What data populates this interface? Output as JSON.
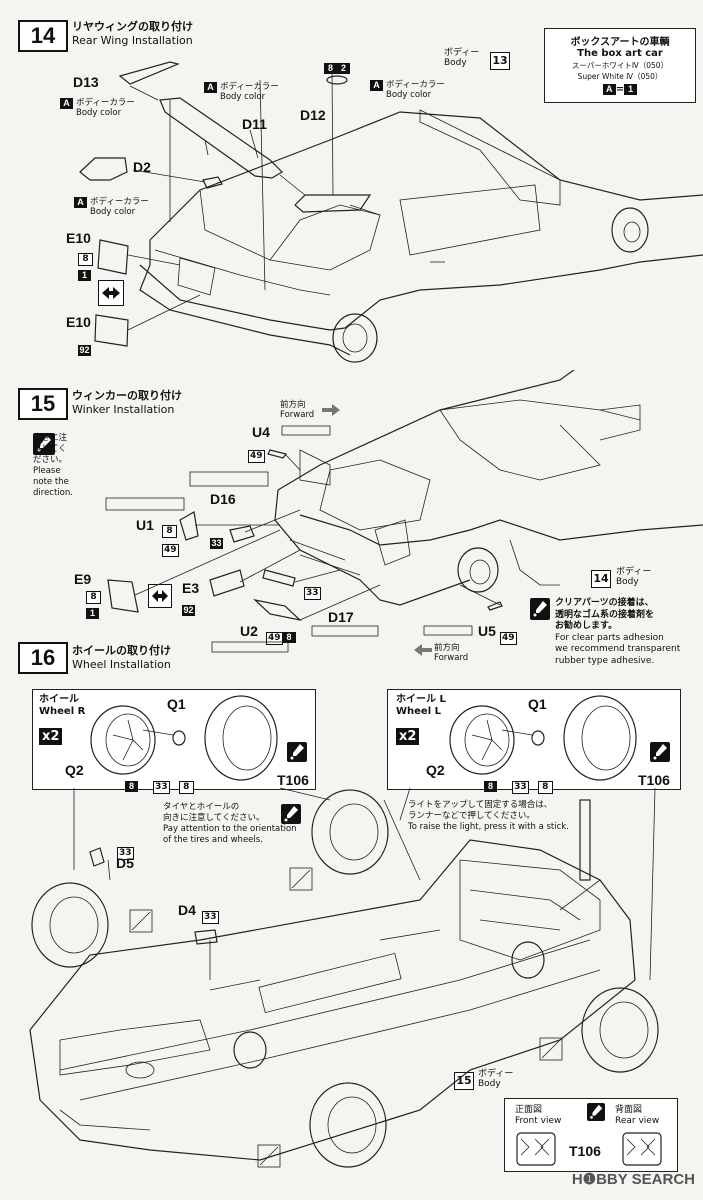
{
  "step14": {
    "num": "14",
    "title_jp": "リヤウィングの取り付け",
    "title_en": "Rear Wing Installation",
    "parts": {
      "d13": "D13",
      "d2": "D2",
      "d11": "D11",
      "d12": "D12",
      "e10a": "E10",
      "e10b": "E10"
    },
    "paint_a": "A",
    "body_color_jp": "ボディーカラー",
    "body_color_en": "Body color",
    "d12_codes": [
      "8",
      "2"
    ],
    "e10_codes": [
      "8",
      "1"
    ],
    "e10b_code": "92",
    "body_ref_jp": "ボディー",
    "body_ref_en": "Body",
    "body_ref_num": "13",
    "boxart": {
      "title_jp": "ボックスアートの車輌",
      "title_en": "The box art car",
      "color_jp": "スーパーホワイトⅣ（050）",
      "color_en": "Super White Ⅳ（050）",
      "a": "A",
      "eq": "=",
      "one": "1"
    }
  },
  "step15": {
    "num": "15",
    "title_jp": "ウィンカーの取り付け",
    "title_en": "Winker Installation",
    "note_jp": "向きに注意してください。",
    "note_en": "Please note the direction.",
    "forward_jp": "前方向",
    "forward_en": "Forward",
    "parts": {
      "u4": "U4",
      "d16": "D16",
      "u1": "U1",
      "e9": "E9",
      "e3": "E3",
      "d17": "D17",
      "u2": "U2",
      "u5": "U5"
    },
    "codes": {
      "u4": "49",
      "d16": "33",
      "u1a": "8",
      "u1b": "49",
      "e9a": "8",
      "e9b": "1",
      "e3": "92",
      "d17": "33",
      "u2a": "49",
      "u2b": "8",
      "u5": "49"
    },
    "body_ref_jp": "ボディー",
    "body_ref_en": "Body",
    "body_ref_num": "14",
    "clear_jp1": "クリアパーツの接着は、",
    "clear_jp2": "透明なゴム系の接着剤を",
    "clear_jp3": "お勧めします。",
    "clear_en1": "For clear parts adhesion",
    "clear_en2": "we recommend transparent",
    "clear_en3": "rubber type adhesive."
  },
  "step16": {
    "num": "16",
    "title_jp": "ホイールの取り付け",
    "title_en": "Wheel Installation",
    "wheel_r_jp": "ホイール",
    "wheel_r_en": "Wheel R",
    "wheel_l_jp": "ホイール L",
    "wheel_l_en": "Wheel L",
    "times": "x2",
    "q1": "Q1",
    "q2": "Q2",
    "t106": "T106",
    "codes": [
      "8",
      "33",
      "8"
    ],
    "tire_note_jp1": "タイヤとホイールの",
    "tire_note_jp2": "向きに注意してください。",
    "tire_note_en1": "Pay attention to the orientation",
    "tire_note_en2": "of the tires and wheels.",
    "light_note_jp1": "ライトをアップして固定する場合は、",
    "light_note_jp2": "ランナーなどで押してください。",
    "light_note_en": "To raise the light, press it with a stick.",
    "d5": "D5",
    "d5_code": "33",
    "d4": "D4",
    "d4_code": "33",
    "body_ref_jp": "ボディー",
    "body_ref_en": "Body",
    "body_ref_num": "15",
    "front_view_jp": "正面図",
    "front_view_en": "Front view",
    "rear_view_jp": "背面図",
    "rear_view_en": "Rear view",
    "t106b": "T106"
  },
  "watermark": "H❶BBY SEARCH"
}
